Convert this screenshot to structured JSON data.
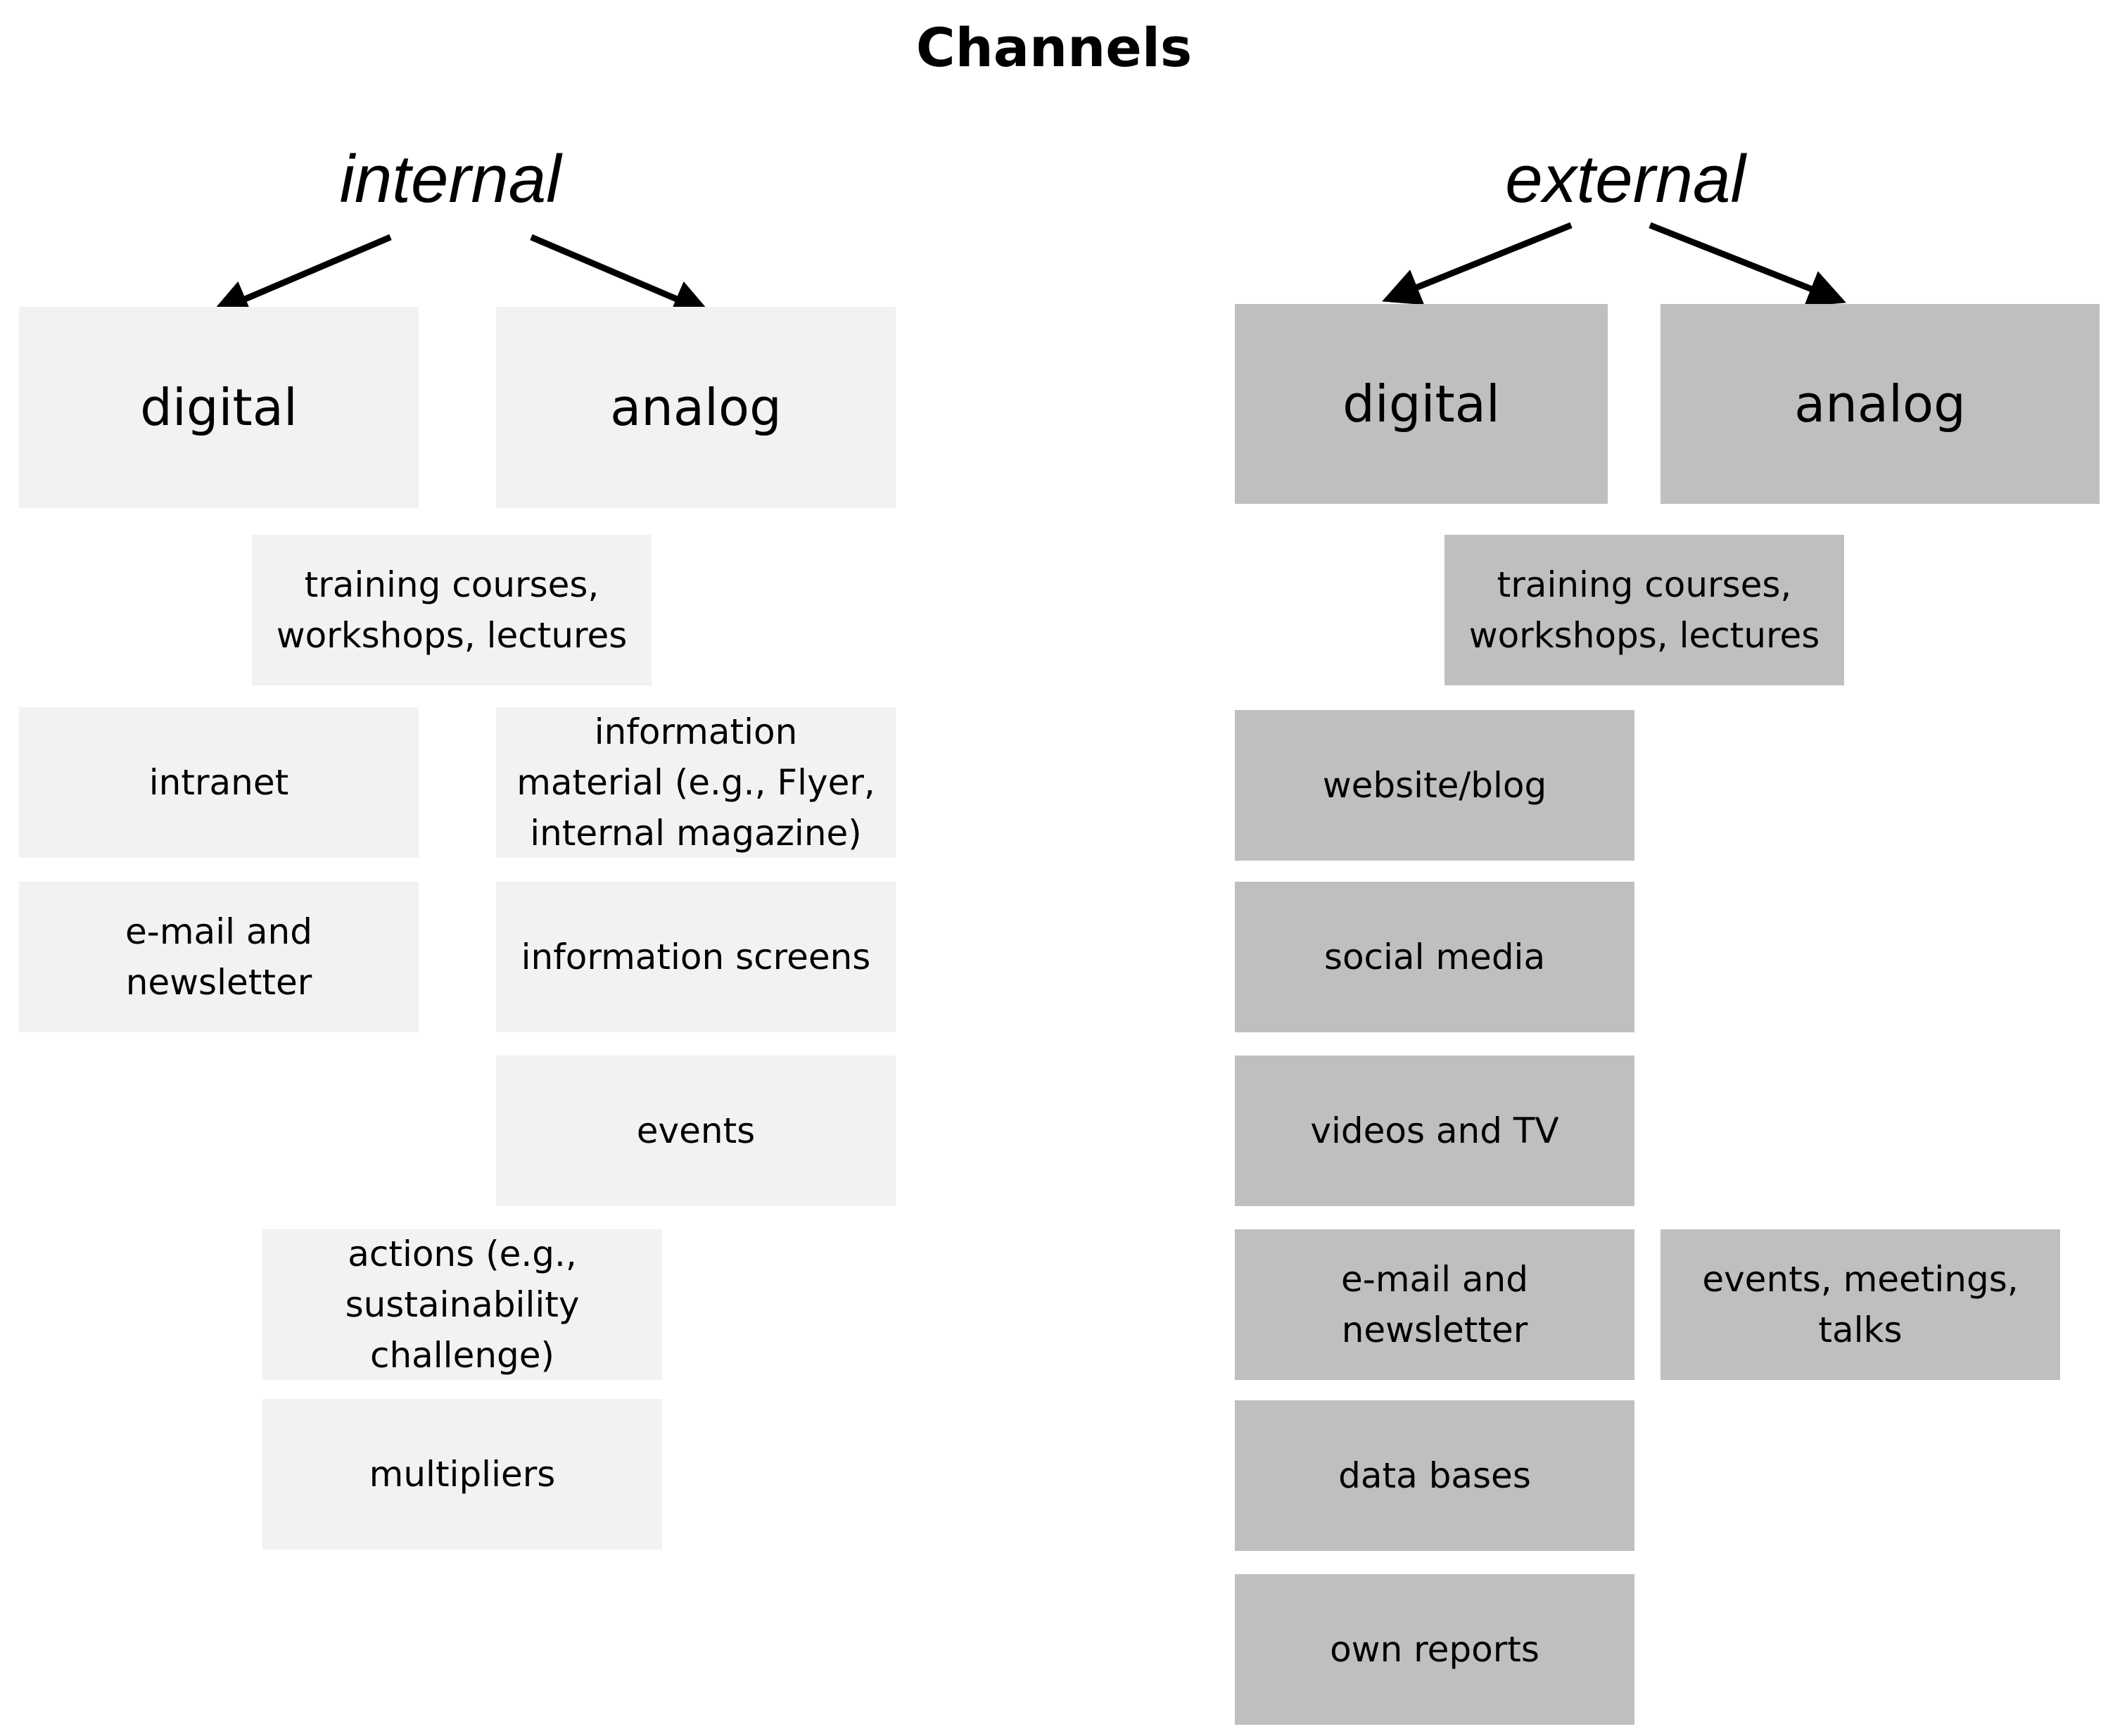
{
  "title": "Channels",
  "colors": {
    "internal_box": "#f2f2f2",
    "external_box": "#bfbfbf",
    "arrow": "#000000"
  },
  "internal": {
    "label": "internal",
    "digital": "digital",
    "analog": "analog",
    "items": [
      "training courses,\nworkshops, lectures",
      "intranet",
      "information\nmaterial (e.g., Flyer,\ninternal magazine)",
      "e-mail and\nnewsletter",
      "information screens",
      "events",
      "actions (e.g.,\nsustainability\nchallenge)",
      "multipliers"
    ]
  },
  "external": {
    "label": "external",
    "digital": "digital",
    "analog": "analog",
    "items": [
      "training courses,\nworkshops, lectures",
      "website/blog",
      "social media",
      "videos and TV",
      "e-mail and\nnewsletter",
      "events, meetings,\ntalks",
      "data bases",
      "own reports"
    ]
  }
}
